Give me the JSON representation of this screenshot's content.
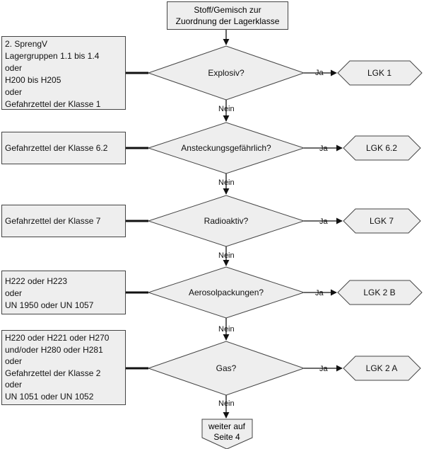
{
  "start": {
    "line1": "Stoff/Gemisch zur",
    "line2": "Zuordnung der Lagerklasse"
  },
  "steps": [
    {
      "criteria": [
        "2. SprengV",
        "Lagergruppen 1.1 bis 1.4",
        "oder",
        "H200 bis H205",
        "oder",
        "Gefahrzettel der Klasse 1"
      ],
      "question": "Explosiv?",
      "result": "LGK 1"
    },
    {
      "criteria": [
        "Gefahrzettel der Klasse 6.2"
      ],
      "question": "Ansteckungsgefährlich?",
      "result": "LGK 6.2"
    },
    {
      "criteria": [
        "Gefahrzettel der Klasse 7"
      ],
      "question": "Radioaktiv?",
      "result": "LGK 7"
    },
    {
      "criteria": [
        "H222 oder H223",
        "oder",
        "UN 1950 oder UN 1057"
      ],
      "question": "Aerosolpackungen?",
      "result": "LGK 2 B"
    },
    {
      "criteria": [
        "H220 oder H221 oder H270",
        "und/oder H280 oder H281",
        "oder",
        "Gefahrzettel der Klasse 2",
        "oder",
        "UN 1051 oder UN 1052"
      ],
      "question": "Gas?",
      "result": "LGK 2 A"
    }
  ],
  "labels": {
    "yes": "Ja",
    "no": "Nein"
  },
  "end": {
    "line1": "weiter auf",
    "line2": "Seite 4"
  },
  "colors": {
    "fill": "#eeeeee",
    "stroke": "#444444",
    "line": "#111111"
  }
}
